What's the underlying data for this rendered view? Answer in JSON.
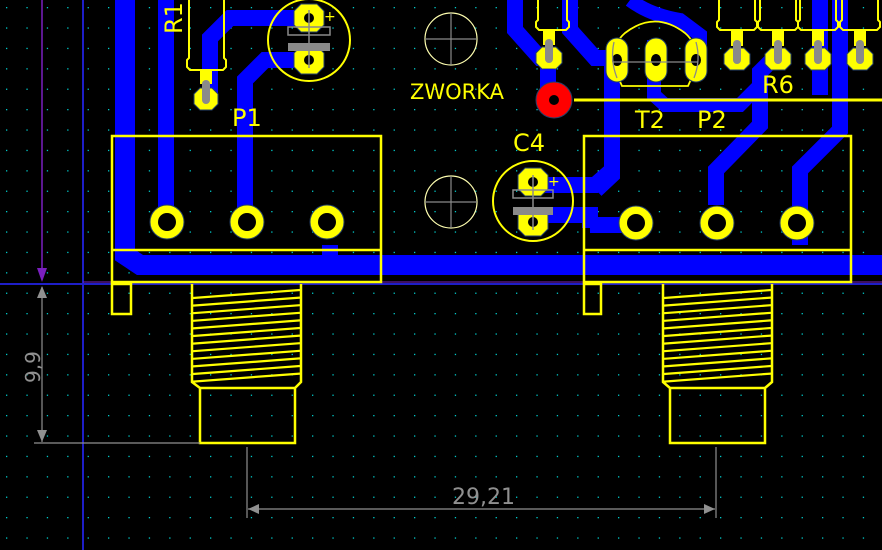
{
  "app": {
    "view": "PCB layout editor – board view"
  },
  "colors": {
    "background": "#000000",
    "copper": "#0000ff",
    "silkscreen": "#ffff00",
    "grid_dot": "#00c8c8",
    "dimension": "#909090",
    "via_highlight": "#ff0000",
    "board_outline": "#1e1ec8",
    "guide_line": "#7a1fbf",
    "pad_hole": "#000000",
    "drill_mark": "#8a8a8a"
  },
  "components": {
    "r1": {
      "ref": "R1",
      "type": "resistor"
    },
    "c_left": {
      "ref": "",
      "type": "electrolytic-capacitor",
      "polarity": "+"
    },
    "c4": {
      "ref": "C4",
      "type": "electrolytic-capacitor",
      "polarity": "+"
    },
    "zworka": {
      "ref": "ZWORKA",
      "type": "jumper"
    },
    "t2": {
      "ref": "T2",
      "type": "transistor"
    },
    "r6": {
      "ref": "R6",
      "type": "resistor"
    },
    "p1": {
      "ref": "P1",
      "type": "potentiometer"
    },
    "p2": {
      "ref": "P2",
      "type": "potentiometer"
    }
  },
  "dimensions": {
    "vertical": {
      "value": "9,9",
      "unit": "mm"
    },
    "horizontal": {
      "value": "29,21",
      "unit": "mm"
    }
  },
  "mounting_holes": [
    {
      "name": "mounting-hole-top"
    },
    {
      "name": "mounting-hole-bottom"
    }
  ]
}
